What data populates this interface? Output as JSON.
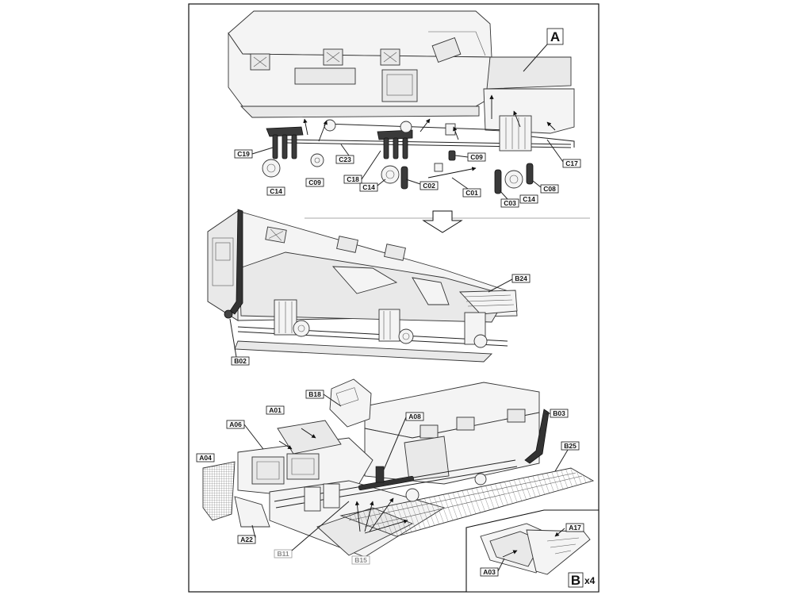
{
  "steps": {
    "top_assembly": "A",
    "inset_assembly": "B",
    "inset_quantity": "x4"
  },
  "labels": {
    "top": [
      "C19",
      "C14",
      "C09",
      "C23",
      "C18",
      "C14",
      "C02",
      "C09",
      "C01",
      "C03",
      "C14",
      "C08",
      "C17"
    ],
    "middle": [
      "B24",
      "B02"
    ],
    "bottom": [
      "B18",
      "A01",
      "A06",
      "A08",
      "B03",
      "B25",
      "A04",
      "A22",
      "B11",
      "B15"
    ],
    "inset": [
      "A17",
      "A03"
    ]
  }
}
